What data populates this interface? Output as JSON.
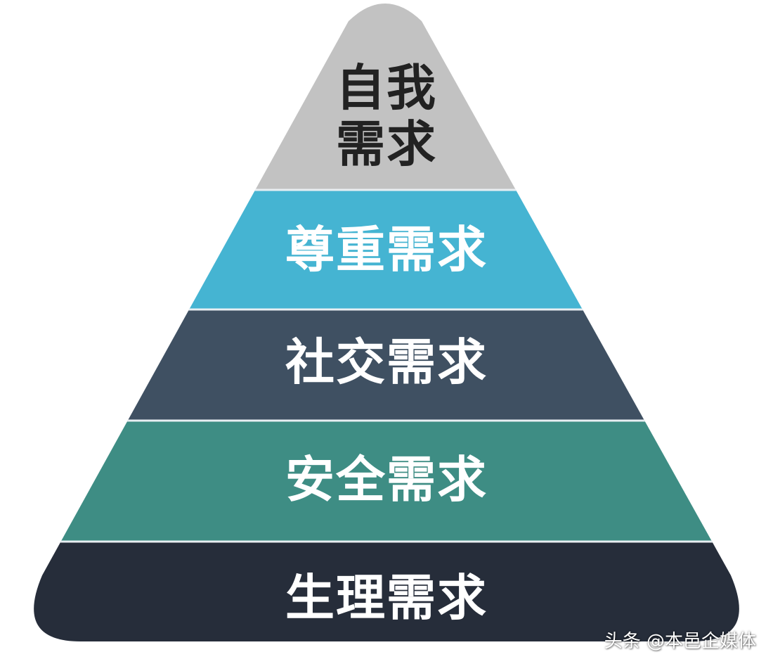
{
  "pyramid": {
    "levels": [
      {
        "label_line1": "自我",
        "label_line2": "需求",
        "fill": "#c2c2c2",
        "text_color": "#222222"
      },
      {
        "label": "尊重需求",
        "fill": "#45b4d2",
        "text_color": "#ffffff"
      },
      {
        "label": "社交需求",
        "fill": "#3f5062",
        "text_color": "#ffffff"
      },
      {
        "label": "安全需求",
        "fill": "#3e8d84",
        "text_color": "#ffffff"
      },
      {
        "label": "生理需求",
        "fill": "#262d3a",
        "text_color": "#ffffff"
      }
    ]
  },
  "watermark": {
    "text": "头条 @本邑企媒体"
  }
}
